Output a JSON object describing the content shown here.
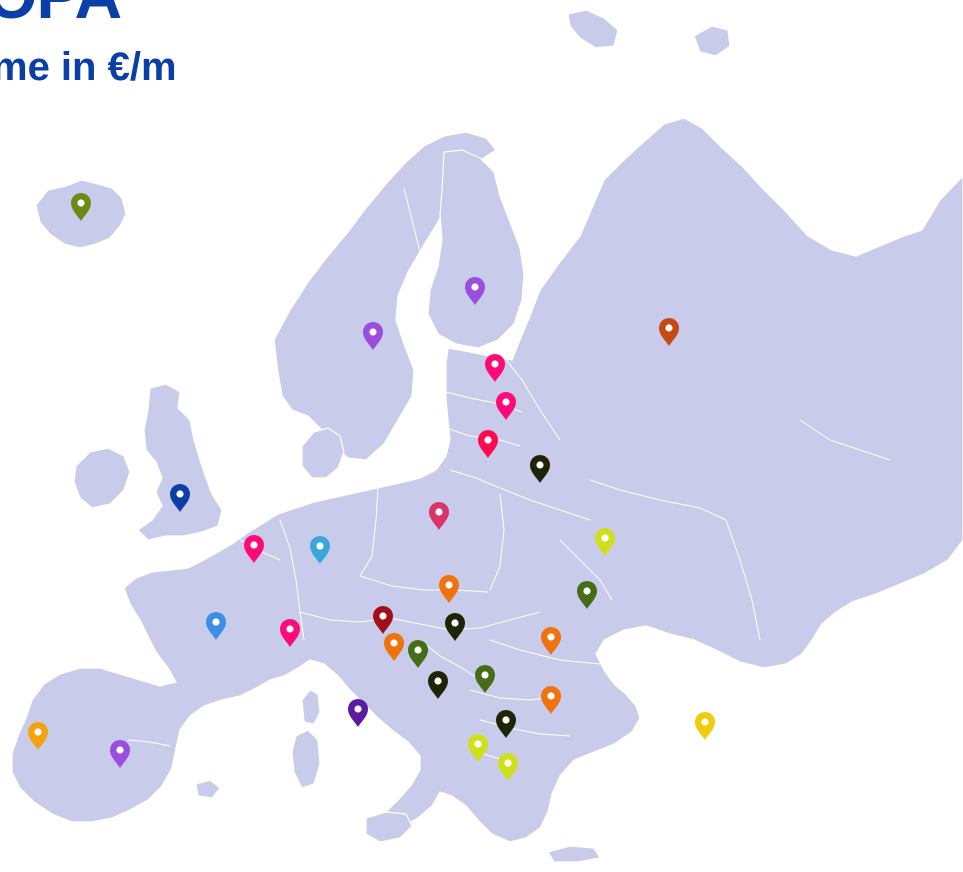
{
  "header": {
    "title": "OPA",
    "subtitle": "me in €/m"
  },
  "colors": {
    "title": "#0a3fa8",
    "land": "#c8cbea",
    "border": "#ffffff",
    "pin_center": "#ffffff"
  },
  "pins": [
    {
      "name": "pin-iceland",
      "color": "#6e8a16"
    },
    {
      "name": "pin-finland",
      "color": "#9b4de0"
    },
    {
      "name": "pin-sweden",
      "color": "#9b4de0"
    },
    {
      "name": "pin-russia",
      "color": "#c44a12"
    },
    {
      "name": "pin-estonia",
      "color": "#ff0a78"
    },
    {
      "name": "pin-latvia",
      "color": "#ff0a78"
    },
    {
      "name": "pin-lithuania",
      "color": "#ff0a50"
    },
    {
      "name": "pin-belarus",
      "color": "#1f2406"
    },
    {
      "name": "pin-united-kingdom",
      "color": "#0a3fa8"
    },
    {
      "name": "pin-poland",
      "color": "#d9356a"
    },
    {
      "name": "pin-belgium",
      "color": "#ff0a78"
    },
    {
      "name": "pin-germany",
      "color": "#38a8dc"
    },
    {
      "name": "pin-ukraine",
      "color": "#cde01b"
    },
    {
      "name": "pin-czechia",
      "color": "#f0720c"
    },
    {
      "name": "pin-moldova",
      "color": "#456d18"
    },
    {
      "name": "pin-france",
      "color": "#3d8fe0"
    },
    {
      "name": "pin-switzerland",
      "color": "#ff0a78"
    },
    {
      "name": "pin-austria",
      "color": "#a10f1b"
    },
    {
      "name": "pin-hungary",
      "color": "#1f2406"
    },
    {
      "name": "pin-slovenia",
      "color": "#f0720c"
    },
    {
      "name": "pin-croatia",
      "color": "#456d18"
    },
    {
      "name": "pin-romania",
      "color": "#f0720c"
    },
    {
      "name": "pin-bosnia",
      "color": "#1f2406"
    },
    {
      "name": "pin-serbia",
      "color": "#456d18"
    },
    {
      "name": "pin-italy",
      "color": "#5b1aa0"
    },
    {
      "name": "pin-bulgaria",
      "color": "#f0720c"
    },
    {
      "name": "pin-portugal",
      "color": "#f5a30c"
    },
    {
      "name": "pin-spain",
      "color": "#9b4de0"
    },
    {
      "name": "pin-north-macedonia",
      "color": "#1f2406"
    },
    {
      "name": "pin-albania",
      "color": "#cde01b"
    },
    {
      "name": "pin-greece",
      "color": "#cde01b"
    },
    {
      "name": "pin-turkey",
      "color": "#f0cd0c"
    }
  ]
}
